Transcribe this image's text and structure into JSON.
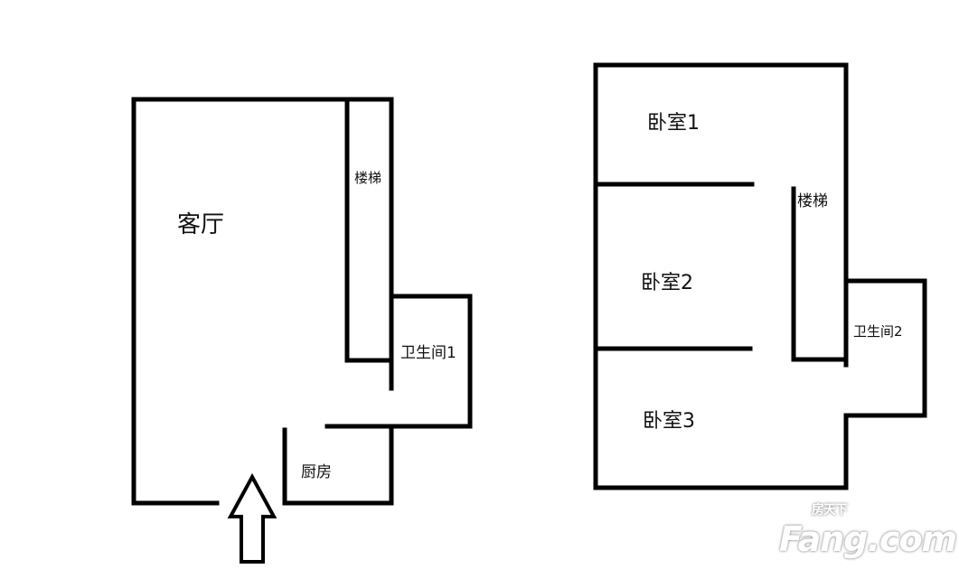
{
  "floor1": {
    "living_room": "客厅",
    "stairs": "楼梯",
    "bathroom": "卫生间1",
    "kitchen": "厨房"
  },
  "floor2": {
    "bedroom1": "卧室1",
    "bedroom2": "卧室2",
    "bedroom3": "卧室3",
    "stairs": "楼梯",
    "bathroom": "卫生间2"
  },
  "watermark": {
    "brand": "Fang.com",
    "cn": "房天下"
  },
  "colors": {
    "wall": "#000000",
    "background": "#ffffff"
  }
}
